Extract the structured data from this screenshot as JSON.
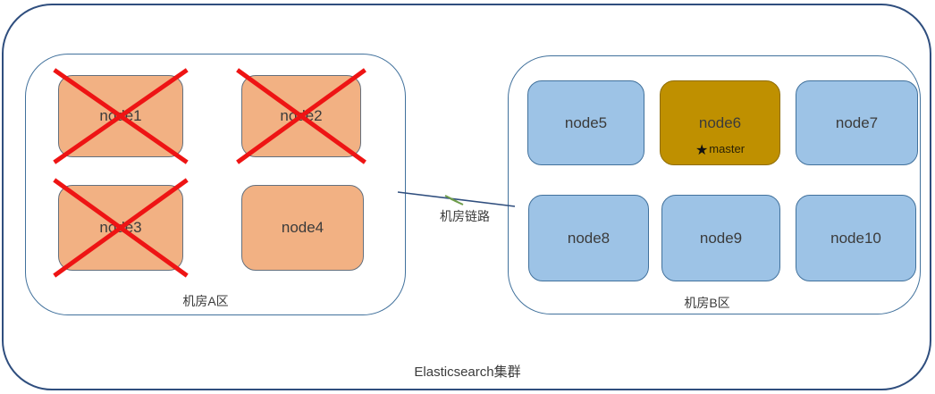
{
  "title": "Elasticsearch集群",
  "link": {
    "label": "机房链路"
  },
  "zones": {
    "a": {
      "label": "机房A区",
      "nodes": [
        {
          "label": "node1",
          "status": "failed"
        },
        {
          "label": "node2",
          "status": "failed"
        },
        {
          "label": "node3",
          "status": "failed"
        },
        {
          "label": "node4",
          "status": "ok"
        }
      ]
    },
    "b": {
      "label": "机房B区",
      "master_star": "★",
      "master_label": "master",
      "nodes": [
        {
          "label": "node5",
          "role": "data"
        },
        {
          "label": "node6",
          "role": "master"
        },
        {
          "label": "node7",
          "role": "data"
        },
        {
          "label": "node8",
          "role": "data"
        },
        {
          "label": "node9",
          "role": "data"
        },
        {
          "label": "node10",
          "role": "data"
        }
      ]
    }
  },
  "colors": {
    "cluster_border": "#2f4e7e",
    "zone_border": "#41719c",
    "zone_a_node_fill": "#f2b183",
    "zone_b_node_fill": "#9dc3e6",
    "master_node_fill": "#bf9000",
    "failure_cross": "#ee1414",
    "link_line": "#2f4e7e",
    "link_break": "#6e9c4a"
  }
}
